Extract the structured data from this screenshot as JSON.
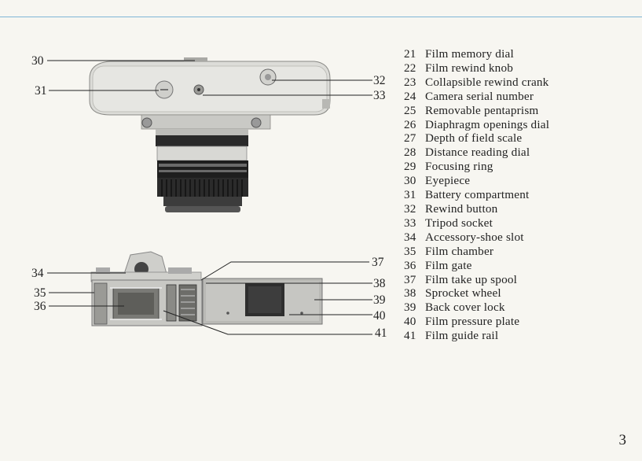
{
  "legend": [
    {
      "num": "21",
      "label": "Film memory dial"
    },
    {
      "num": "22",
      "label": "Film rewind knob"
    },
    {
      "num": "23",
      "label": "Collapsible rewind crank"
    },
    {
      "num": "24",
      "label": "Camera serial number"
    },
    {
      "num": "25",
      "label": "Removable pentaprism"
    },
    {
      "num": "26",
      "label": "Diaphragm openings dial"
    },
    {
      "num": "27",
      "label": "Depth of field scale"
    },
    {
      "num": "28",
      "label": "Distance reading dial"
    },
    {
      "num": "29",
      "label": "Focusing ring"
    },
    {
      "num": "30",
      "label": "Eyepiece"
    },
    {
      "num": "31",
      "label": "Battery compartment"
    },
    {
      "num": "32",
      "label": "Rewind button"
    },
    {
      "num": "33",
      "label": "Tripod socket"
    },
    {
      "num": "34",
      "label": "Accessory-shoe slot"
    },
    {
      "num": "35",
      "label": "Film chamber"
    },
    {
      "num": "36",
      "label": "Film gate"
    },
    {
      "num": "37",
      "label": "Film take up spool"
    },
    {
      "num": "38",
      "label": "Sprocket wheel"
    },
    {
      "num": "39",
      "label": "Back cover lock"
    },
    {
      "num": "40",
      "label": "Film pressure plate"
    },
    {
      "num": "41",
      "label": "Film guide rail"
    }
  ],
  "callouts": {
    "c30": "30",
    "c31": "31",
    "c32": "32",
    "c33": "33",
    "c34": "34",
    "c35": "35",
    "c36": "36",
    "c37": "37",
    "c38": "38",
    "c39": "39",
    "c40": "40",
    "c41": "41"
  },
  "page_number": "3",
  "colors": {
    "rule": "#7fb6d6",
    "paper": "#f7f6f1"
  }
}
